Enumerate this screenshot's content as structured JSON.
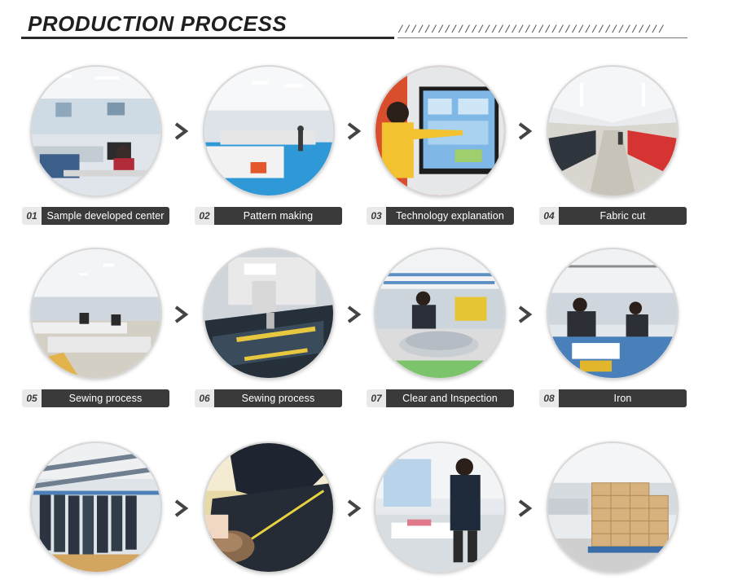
{
  "header": {
    "title": "PRODUCTION PROCESS",
    "decoration": "////////////////////////////////////////"
  },
  "colors": {
    "label_dark": "#3a3a3a",
    "label_number_bg": "#e9e9e9",
    "arrow": "#444444",
    "title": "#1f1f1f"
  },
  "steps": [
    {
      "number": "01",
      "label": "Sample developed center",
      "icon": "office-workstation-photo"
    },
    {
      "number": "02",
      "label": "Pattern making",
      "icon": "pattern-cutting-room-photo"
    },
    {
      "number": "03",
      "label": "Technology explanation",
      "icon": "presentation-screen-photo"
    },
    {
      "number": "04",
      "label": "Fabric  cut",
      "icon": "fabric-cutting-hall-photo"
    },
    {
      "number": "05",
      "label": "Sewing  process",
      "icon": "sewing-floor-photo"
    },
    {
      "number": "06",
      "label": "Sewing  process",
      "icon": "sewing-machine-closeup-photo"
    },
    {
      "number": "07",
      "label": "Clear and Inspection",
      "icon": "inspection-table-photo"
    },
    {
      "number": "08",
      "label": "Iron",
      "icon": "ironing-station-photo"
    },
    {
      "number": "",
      "label": "",
      "icon": "hanging-garments-photo"
    },
    {
      "number": "",
      "label": "",
      "icon": "fur-collar-coat-photo"
    },
    {
      "number": "",
      "label": "",
      "icon": "final-check-photo"
    },
    {
      "number": "",
      "label": "",
      "icon": "packed-cartons-photo"
    }
  ],
  "arrow_icon": "chevron-right-icon"
}
